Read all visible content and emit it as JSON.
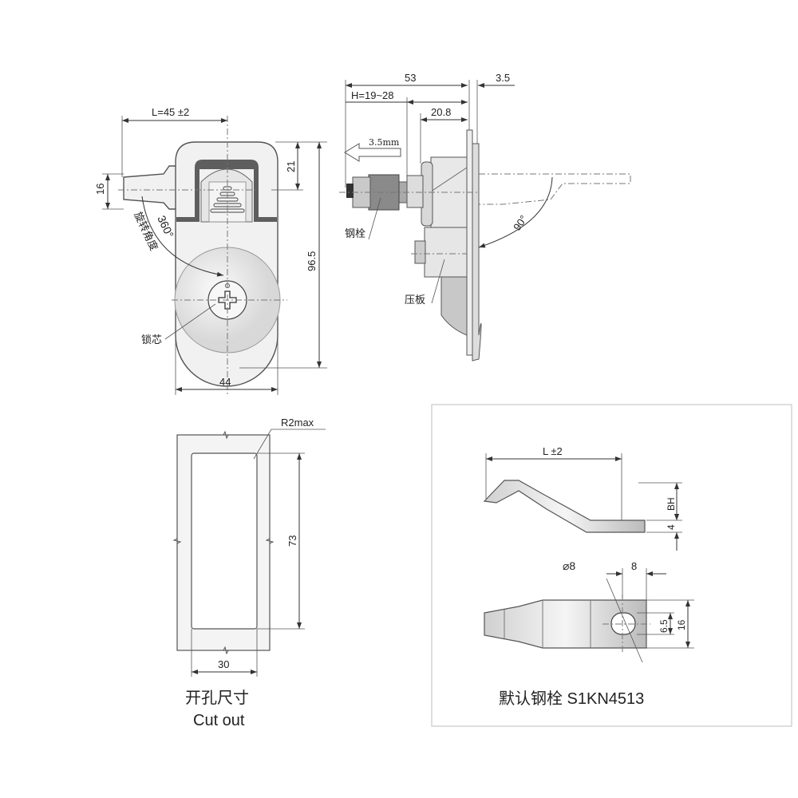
{
  "front_view": {
    "length_label": "L=45 ±2",
    "tongue_height": "16",
    "top_depth": "21",
    "total_height": "96.5",
    "width": "44",
    "rotation_angle": "360°",
    "rotation_label": "旋转角度",
    "lock_core_label": "锁芯"
  },
  "side_view": {
    "total_depth": "53",
    "plate_thickness": "3.5",
    "h_range": "H=19~28",
    "housing_depth": "20.8",
    "stroke": "3.5mm",
    "bolt_label": "钢栓",
    "pressure_plate_label": "压板",
    "swing_angle": "90°"
  },
  "cutout": {
    "corner_radius": "R2max",
    "height": "73",
    "width": "30",
    "title_cn": "开孔尺寸",
    "title_en": "Cut out"
  },
  "bolt_detail": {
    "length_label": "L ±2",
    "bh_label": "BH",
    "thickness": "4",
    "hole_dia": "⌀8",
    "hole_offset": "8",
    "slot_width": "6.5",
    "bolt_width": "16",
    "caption": "默认钢栓 S1KN4513"
  },
  "colors": {
    "line": "#333333",
    "fill": "#f1f1f1",
    "dark": "#6a6a6a",
    "frame": "#c8c8c8"
  }
}
